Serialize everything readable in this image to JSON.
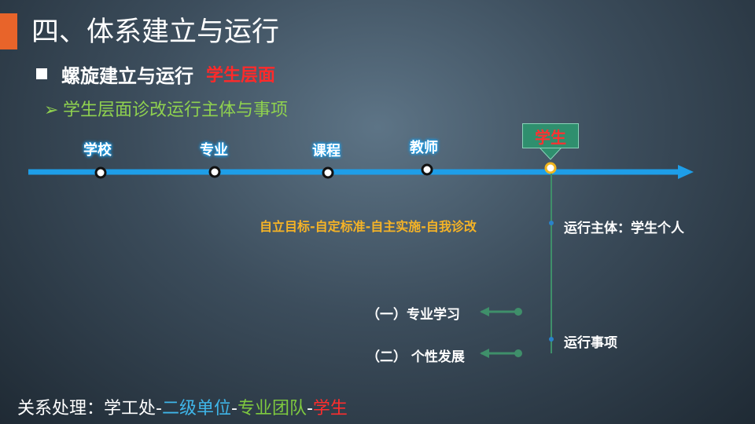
{
  "slide": {
    "title": "四、体系建立与运行",
    "subtitle": "螺旋建立与运行",
    "subtitle_highlight": "学生层面",
    "bullet": "学生层面诊改运行主体与事项"
  },
  "timeline": {
    "nodes": [
      "学校",
      "专业",
      "课程",
      "教师"
    ],
    "active_node": "学生"
  },
  "process_text": "自立目标-自定标准-自主实施-自我诊改",
  "subject": "运行主体：学生个人",
  "items_label": "运行事项",
  "items": [
    "（一）专业学习",
    "（二） 个性发展"
  ],
  "footer": {
    "prefix": "关系处理：",
    "part1": "学工处",
    "sep1": "-",
    "part2": "二级单位",
    "sep2": "-",
    "part3": "专业团队",
    "sep3": "-",
    "part4": "学生"
  },
  "colors": {
    "accent": "#e8642a",
    "timeline": "#1e9ee8",
    "highlight_red": "#ff2d2d",
    "bullet_green": "#8fd14f",
    "process_orange": "#f5b326",
    "flag_green": "#2f8f6e",
    "connector_green": "#3f8f6a"
  }
}
